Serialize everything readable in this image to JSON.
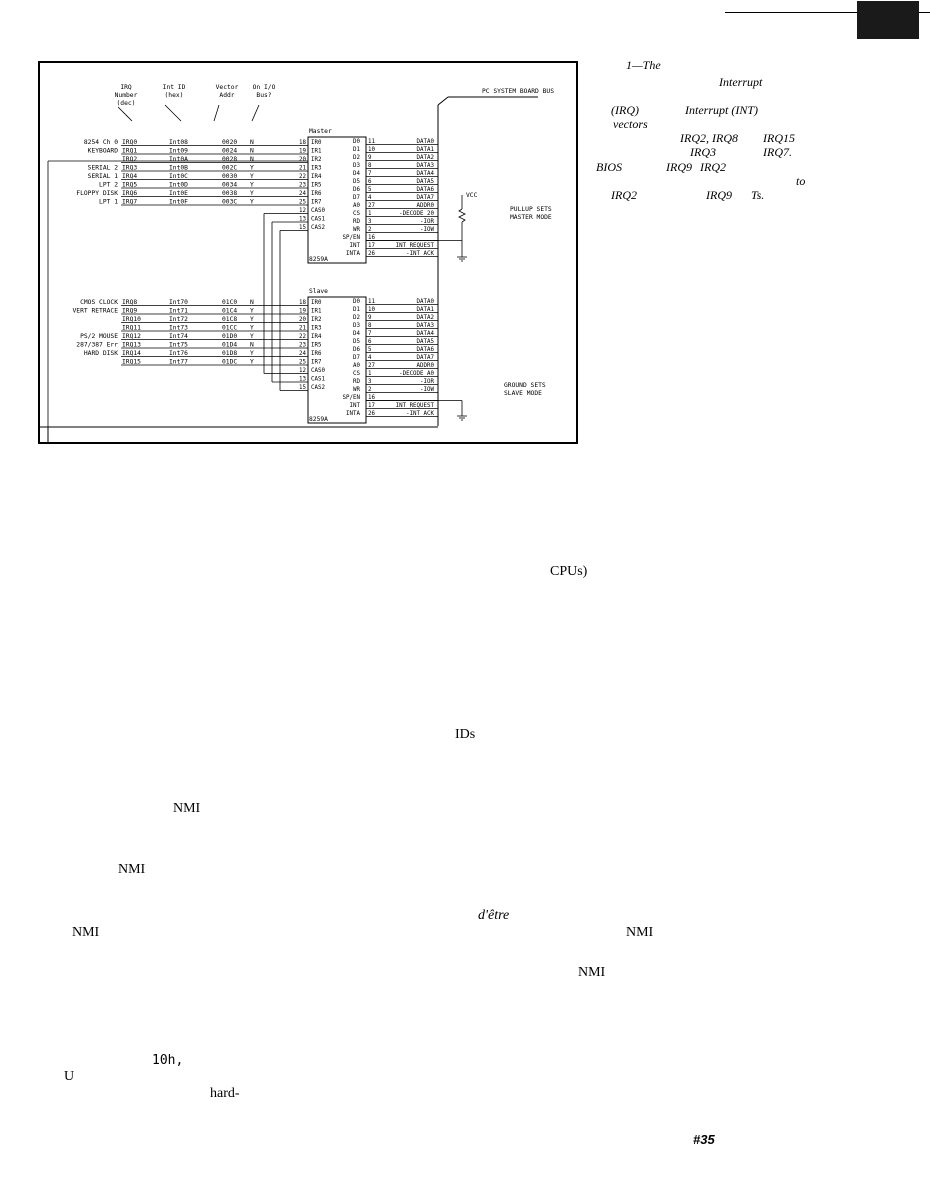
{
  "figure": {
    "col_headers": [
      {
        "lines": [
          "IRQ",
          "Number",
          "(dec)"
        ]
      },
      {
        "lines": [
          "Int ID",
          "(hex)"
        ]
      },
      {
        "lines": [
          "Vector",
          "Addr"
        ]
      },
      {
        "lines": [
          "On I/O",
          "Bus?"
        ]
      }
    ],
    "bus_label": "PC SYSTEM BOARD BUS",
    "vcc_label": "VCC",
    "pullup_label": [
      "PULLUP SETS",
      "MASTER MODE"
    ],
    "ground_label": [
      "GROUND SETS",
      "SLAVE MODE"
    ],
    "master": {
      "title": "Master",
      "part": "8259A",
      "rows": [
        {
          "device": "8254 Ch 0",
          "irq": "IRQ0",
          "int": "Int08",
          "vec": "0020",
          "bus": "N"
        },
        {
          "device": "KEYBOARD",
          "irq": "IRQ1",
          "int": "Int09",
          "vec": "0024",
          "bus": "N"
        },
        {
          "device": "",
          "irq": "IRQ2",
          "int": "Int0A",
          "vec": "0028",
          "bus": "N"
        },
        {
          "device": "SERIAL 2",
          "irq": "IRQ3",
          "int": "Int0B",
          "vec": "002C",
          "bus": "Y"
        },
        {
          "device": "SERIAL 1",
          "irq": "IRQ4",
          "int": "Int0C",
          "vec": "0030",
          "bus": "Y"
        },
        {
          "device": "LPT 2",
          "irq": "IRQ5",
          "int": "Int0D",
          "vec": "0034",
          "bus": "Y"
        },
        {
          "device": "FLOPPY DISK",
          "irq": "IRQ6",
          "int": "Int0E",
          "vec": "0038",
          "bus": "Y"
        },
        {
          "device": "LPT 1",
          "irq": "IRQ7",
          "int": "Int0F",
          "vec": "003C",
          "bus": "Y"
        }
      ],
      "left_pins": [
        {
          "num": "18",
          "name": "IR0"
        },
        {
          "num": "19",
          "name": "IR1"
        },
        {
          "num": "20",
          "name": "IR2"
        },
        {
          "num": "21",
          "name": "IR3"
        },
        {
          "num": "22",
          "name": "IR4"
        },
        {
          "num": "23",
          "name": "IR5"
        },
        {
          "num": "24",
          "name": "IR6"
        },
        {
          "num": "25",
          "name": "IR7"
        },
        {
          "num": "12",
          "name": "CAS0"
        },
        {
          "num": "13",
          "name": "CAS1"
        },
        {
          "num": "15",
          "name": "CAS2"
        }
      ],
      "right_pins": [
        {
          "name": "D0",
          "num": "11",
          "signal": "DATA0"
        },
        {
          "name": "D1",
          "num": "10",
          "signal": "DATA1"
        },
        {
          "name": "D2",
          "num": "9",
          "signal": "DATA2"
        },
        {
          "name": "D3",
          "num": "8",
          "signal": "DATA3"
        },
        {
          "name": "D4",
          "num": "7",
          "signal": "DATA4"
        },
        {
          "name": "D5",
          "num": "6",
          "signal": "DATA5"
        },
        {
          "name": "D6",
          "num": "5",
          "signal": "DATA6"
        },
        {
          "name": "D7",
          "num": "4",
          "signal": "DATA7"
        },
        {
          "name": "A0",
          "num": "27",
          "signal": "ADDR0"
        },
        {
          "name": "CS",
          "num": "1",
          "signal": "-DECODE 20"
        },
        {
          "name": "RD",
          "num": "3",
          "signal": "-IOR"
        },
        {
          "name": "WR",
          "num": "2",
          "signal": "-IOW"
        },
        {
          "name": "SP/EN",
          "num": "16",
          "signal": ""
        },
        {
          "name": "INT",
          "num": "17",
          "signal": "INT REQUEST"
        },
        {
          "name": "INTA",
          "num": "26",
          "signal": "-INT ACK"
        }
      ]
    },
    "slave": {
      "title": "Slave",
      "part": "8259A",
      "rows": [
        {
          "device": "CMOS CLOCK",
          "irq": "IRQ8",
          "int": "Int70",
          "vec": "01C0",
          "bus": "N"
        },
        {
          "device": "VERT RETRACE",
          "irq": "IRQ9",
          "int": "Int71",
          "vec": "01C4",
          "bus": "Y"
        },
        {
          "device": "",
          "irq": "IRQ10",
          "int": "Int72",
          "vec": "01C8",
          "bus": "Y"
        },
        {
          "device": "",
          "irq": "IRQ11",
          "int": "Int73",
          "vec": "01CC",
          "bus": "Y"
        },
        {
          "device": "PS/2 MOUSE",
          "irq": "IRQ12",
          "int": "Int74",
          "vec": "01D0",
          "bus": "Y"
        },
        {
          "device": "287/387 Err",
          "irq": "IRQ13",
          "int": "Int75",
          "vec": "01D4",
          "bus": "N"
        },
        {
          "device": "HARD DISK",
          "irq": "IRQ14",
          "int": "Int76",
          "vec": "01D8",
          "bus": "Y"
        },
        {
          "device": "",
          "irq": "IRQ15",
          "int": "Int77",
          "vec": "01DC",
          "bus": "Y"
        }
      ],
      "left_pins": [
        {
          "num": "18",
          "name": "IR0"
        },
        {
          "num": "19",
          "name": "IR1"
        },
        {
          "num": "20",
          "name": "IR2"
        },
        {
          "num": "21",
          "name": "IR3"
        },
        {
          "num": "22",
          "name": "IR4"
        },
        {
          "num": "23",
          "name": "IR5"
        },
        {
          "num": "24",
          "name": "IR6"
        },
        {
          "num": "25",
          "name": "IR7"
        },
        {
          "num": "12",
          "name": "CAS0"
        },
        {
          "num": "13",
          "name": "CAS1"
        },
        {
          "num": "15",
          "name": "CAS2"
        }
      ],
      "right_pins": [
        {
          "name": "D0",
          "num": "11",
          "signal": "DATA0"
        },
        {
          "name": "D1",
          "num": "10",
          "signal": "DATA1"
        },
        {
          "name": "D2",
          "num": "9",
          "signal": "DATA2"
        },
        {
          "name": "D3",
          "num": "8",
          "signal": "DATA3"
        },
        {
          "name": "D4",
          "num": "7",
          "signal": "DATA4"
        },
        {
          "name": "D5",
          "num": "6",
          "signal": "DATA5"
        },
        {
          "name": "D6",
          "num": "5",
          "signal": "DATA6"
        },
        {
          "name": "D7",
          "num": "4",
          "signal": "DATA7"
        },
        {
          "name": "A0",
          "num": "27",
          "signal": "ADDR0"
        },
        {
          "name": "CS",
          "num": "1",
          "signal": "-DECODE A0"
        },
        {
          "name": "RD",
          "num": "3",
          "signal": "-IOR"
        },
        {
          "name": "WR",
          "num": "2",
          "signal": "-IOW"
        },
        {
          "name": "SP/EN",
          "num": "16",
          "signal": ""
        },
        {
          "name": "INT",
          "num": "17",
          "signal": "INT REQUEST"
        },
        {
          "name": "INTA",
          "num": "26",
          "signal": "-INT ACK"
        }
      ]
    }
  },
  "caption_fragments": [
    "1—The",
    "Interrupt",
    "(IRQ)",
    "Interrupt (INT)",
    "vectors",
    "IRQ2,",
    "IRQ8",
    "IRQ15",
    "IRQ3",
    "IRQ7.",
    "BIOS",
    "IRQ9",
    "IRQ2",
    "to",
    "IRQ2",
    "IRQ9",
    "Ts."
  ],
  "body_fragments": [
    "CPUs)",
    "IDs",
    "NMI",
    "NMI",
    "d'être",
    "NMI",
    "NMI",
    "NMI",
    "10h,",
    "U",
    "hard-"
  ],
  "page_number": "#35"
}
